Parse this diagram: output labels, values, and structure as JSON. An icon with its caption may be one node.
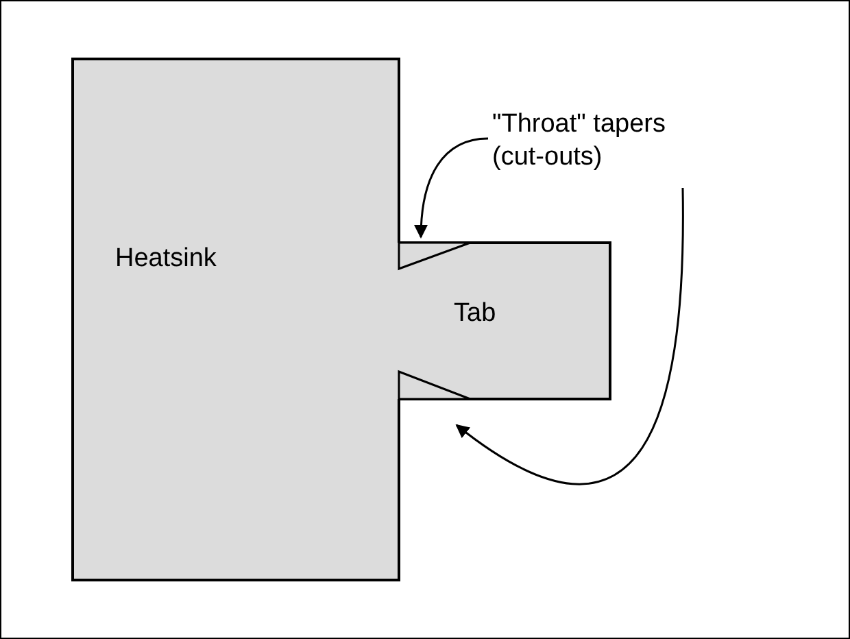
{
  "diagram": {
    "nodes": [
      {
        "text": [
          "Heatsink"
        ]
      },
      {
        "text": [
          "Tab"
        ]
      },
      {
        "text": [
          "\"Throat\" tapers (cut-outs)"
        ]
      },
      {
        "text": [],
        "shape": "triangle",
        "in": 1
      },
      {
        "text": [],
        "shape": "triangle",
        "in": 1
      }
    ],
    "edges": [
      {
        "from": 2,
        "to": 3,
        "arrow": "to"
      },
      {
        "from": 2,
        "to": 4,
        "arrow": "to"
      }
    ]
  }
}
